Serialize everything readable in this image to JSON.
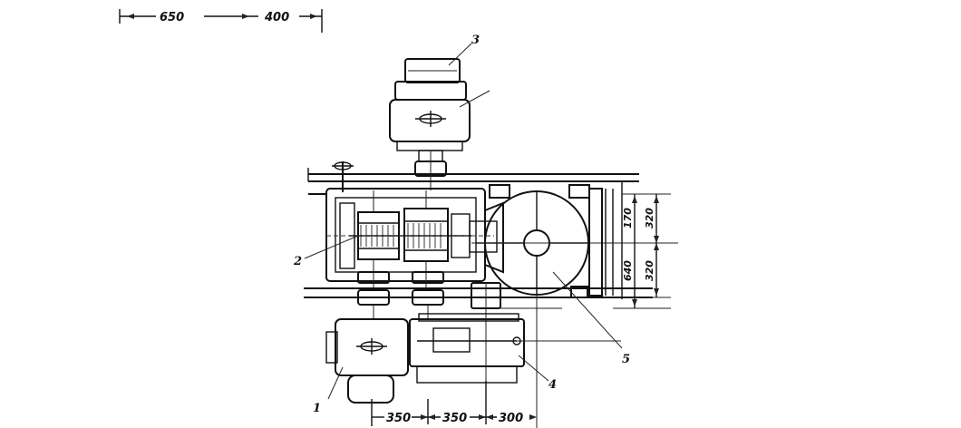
{
  "top_dims": [
    "650",
    "400"
  ],
  "bottom_dims": [
    "350",
    "350",
    "300"
  ],
  "right_dims": [
    "170",
    "320",
    "640",
    "320"
  ],
  "callouts": [
    "1",
    "2",
    "3",
    "4",
    "5"
  ]
}
